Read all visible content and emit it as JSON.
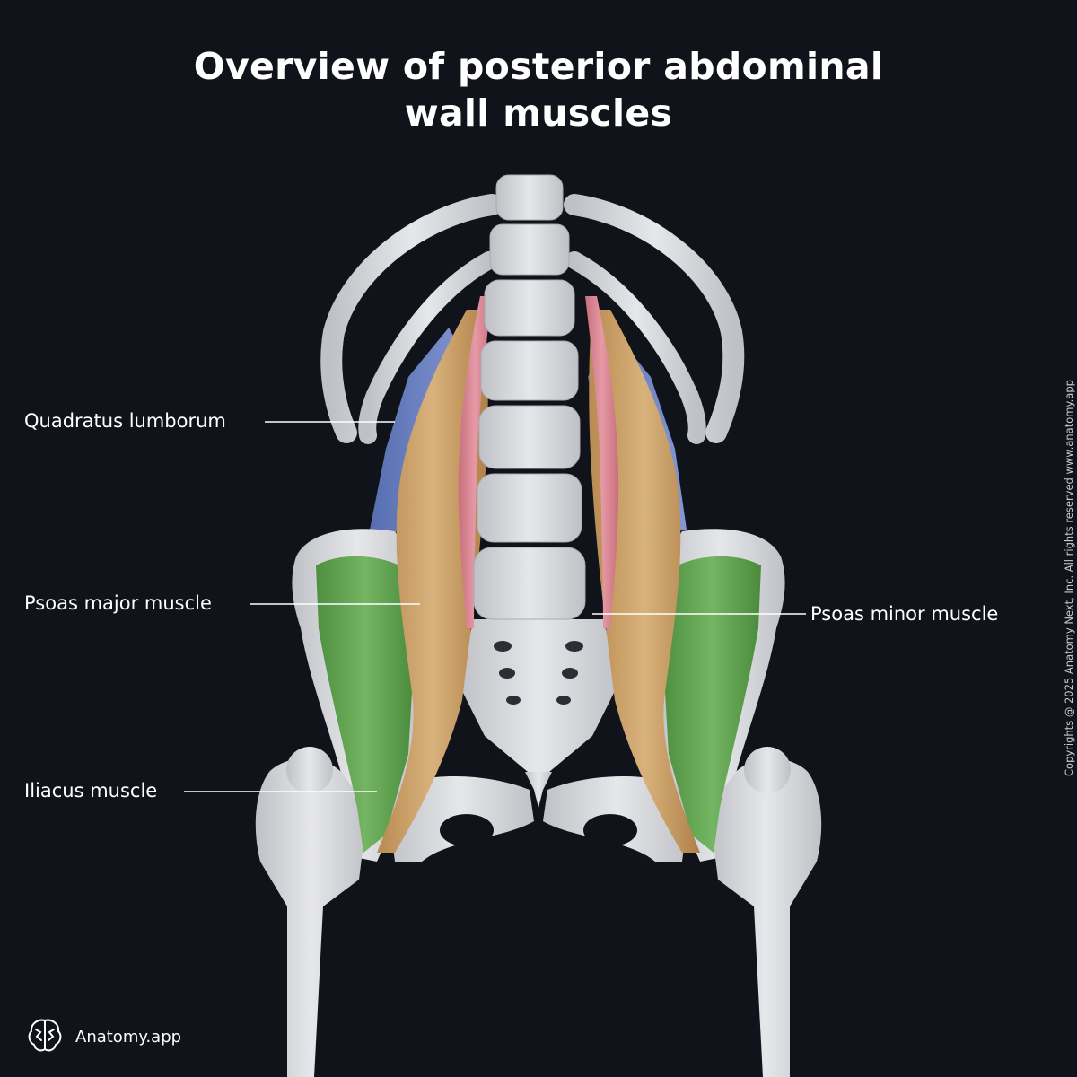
{
  "title": {
    "line1": "Overview of posterior abdominal",
    "line2": "wall muscles"
  },
  "labels": {
    "quadratus": "Quadratus lumborum",
    "psoas_major": "Psoas major muscle",
    "psoas_minor": "Psoas minor muscle",
    "iliacus": "Iliacus muscle"
  },
  "copyright": "Copyrights @ 2025 Anatomy Next, Inc. All rights reserved www.anatomy.app",
  "brand": {
    "name": "Anatomy.app",
    "icon": "brain-icon"
  },
  "colors": {
    "background": "#10141a",
    "bone": "#dcdde0",
    "quadratus_lumborum": "#6f86c9",
    "psoas_major": "#c9a36f",
    "psoas_minor": "#d98a96",
    "iliacus": "#6bab5a"
  }
}
